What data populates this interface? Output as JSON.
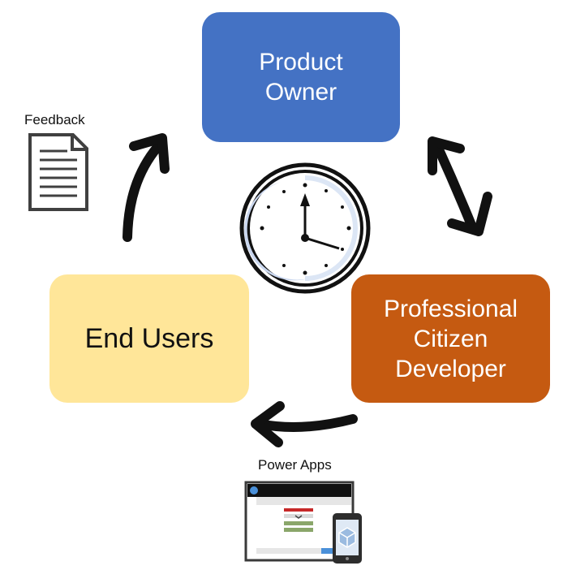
{
  "nodes": {
    "product_owner": {
      "lines": [
        "Product",
        "Owner"
      ],
      "color": "#4472c4"
    },
    "pro_dev": {
      "lines": [
        "Professional",
        "Citizen",
        "Developer"
      ],
      "color": "#c55a11"
    },
    "end_users": {
      "lines": [
        "End Users"
      ],
      "color": "#ffe699"
    }
  },
  "labels": {
    "feedback": "Feedback",
    "power_apps": "Power Apps"
  },
  "icons": {
    "clock": "clock-icon",
    "document": "document-icon",
    "devices": "power-apps-devices-icon"
  }
}
